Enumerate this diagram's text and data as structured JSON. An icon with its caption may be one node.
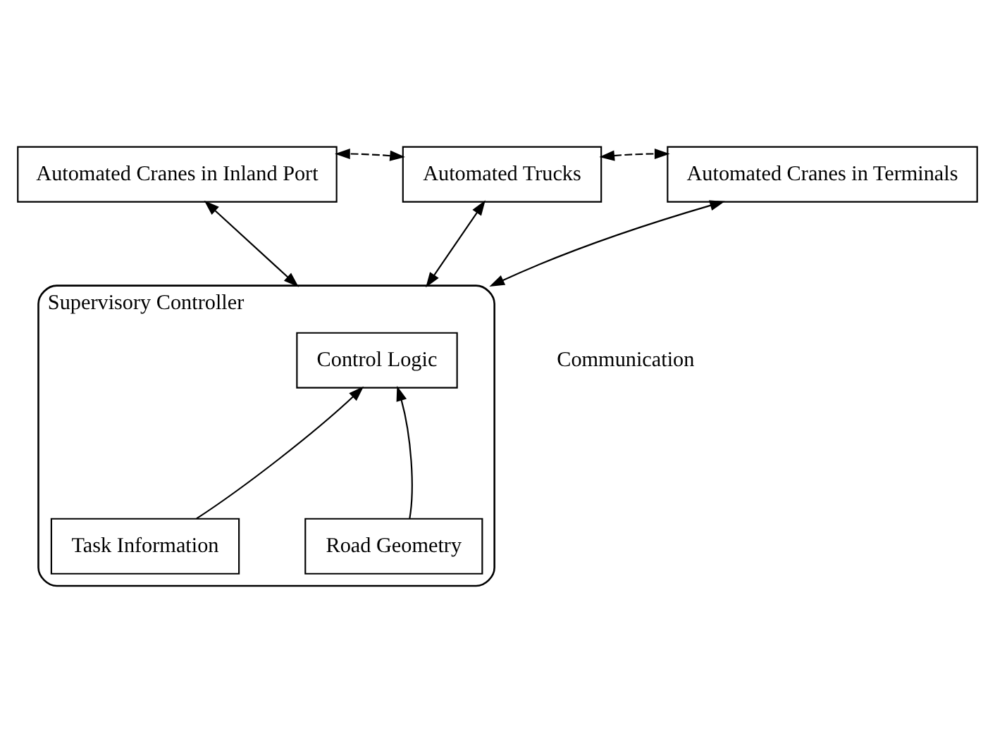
{
  "diagram": {
    "nodes": [
      {
        "text": [
          "Automated Trucks"
        ]
      },
      {
        "text": [
          "Automated Cranes in Inland Port"
        ]
      },
      {
        "text": [
          "Automated Cranes in Terminals"
        ]
      },
      {
        "text": [
          "Supervisory Controller"
        ]
      },
      {
        "text": [
          "Control Logic"
        ],
        "in": 3
      },
      {
        "text": [
          "Task Information"
        ],
        "in": 3
      },
      {
        "text": [
          "Road Geometry"
        ],
        "in": 3
      }
    ],
    "edges": [
      {
        "from": 0,
        "to": 1,
        "arrow": "both",
        "style": "dashed"
      },
      {
        "from": 0,
        "to": 2,
        "arrow": "both",
        "style": "dashed"
      },
      {
        "from": 1,
        "to": 3,
        "arrow": "both"
      },
      {
        "from": 0,
        "to": 3,
        "arrow": "both"
      },
      {
        "from": 2,
        "to": 3,
        "arrow": "both"
      },
      {
        "from": 5,
        "to": 4,
        "arrow": "to"
      },
      {
        "from": 6,
        "to": 4,
        "arrow": "to"
      }
    ],
    "labels": [
      "Communication"
    ]
  }
}
